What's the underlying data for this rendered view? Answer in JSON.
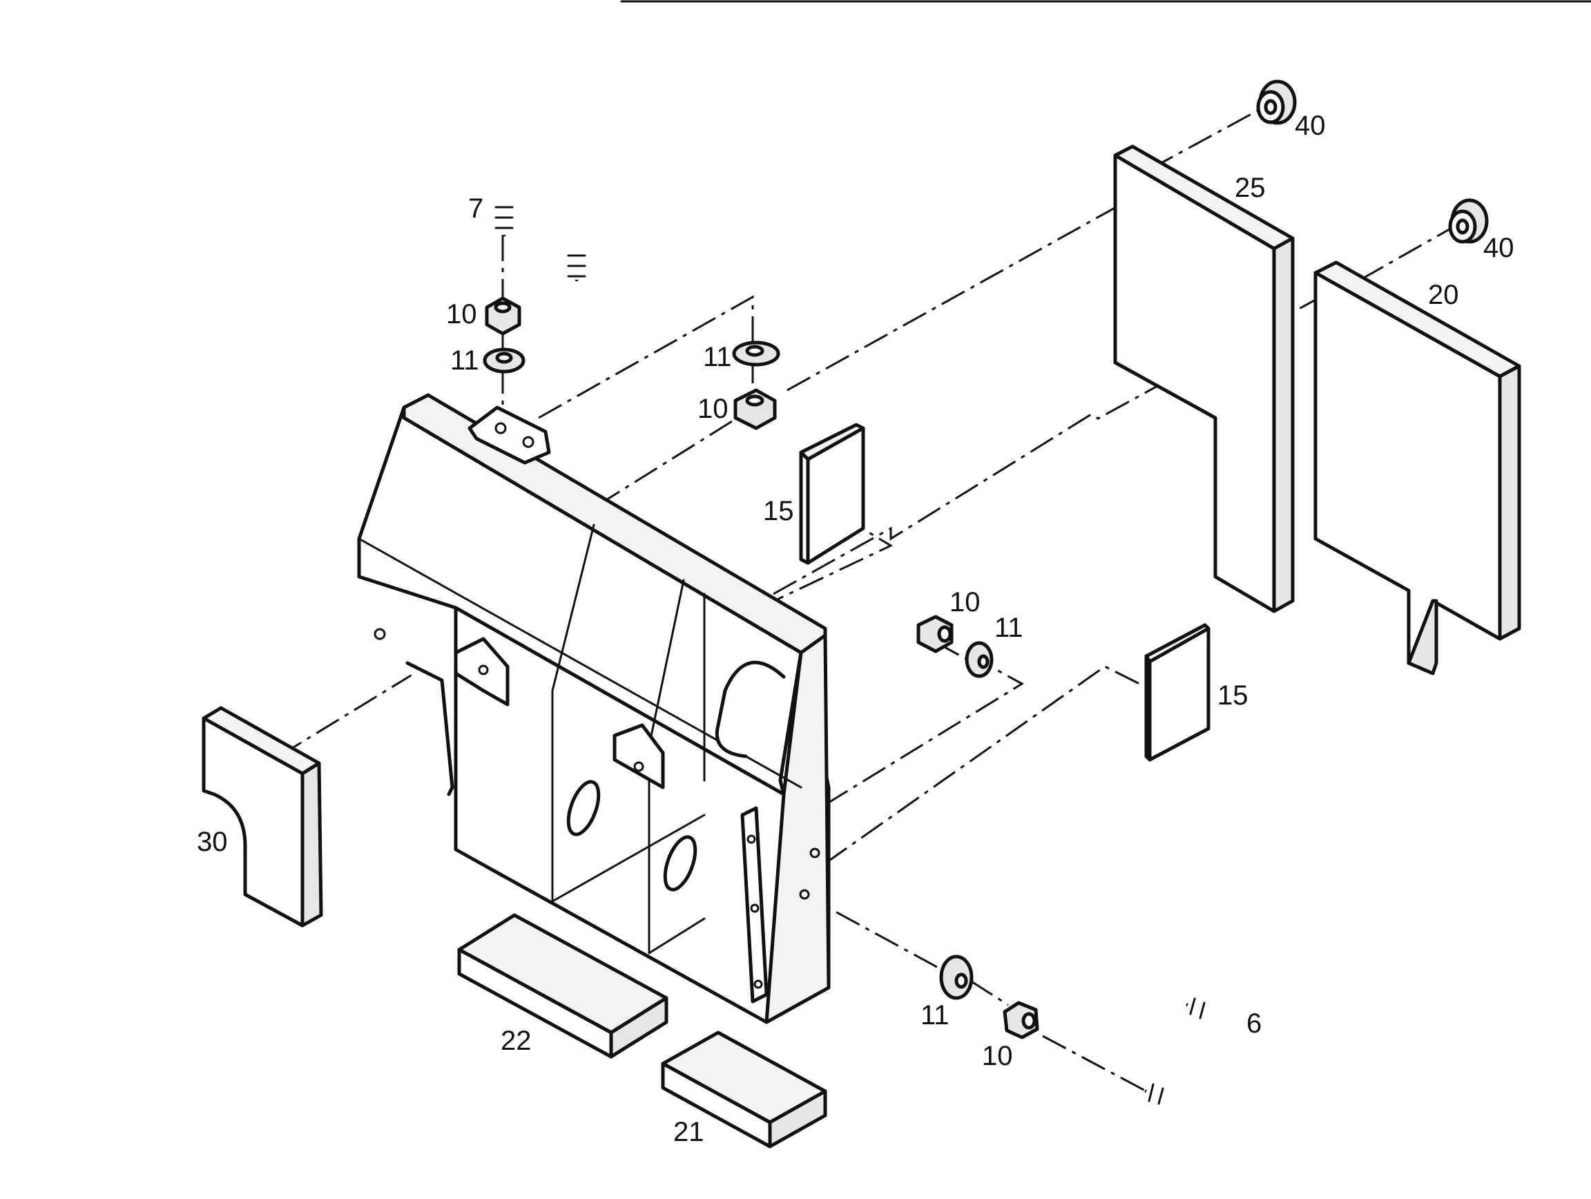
{
  "diagram": {
    "parts": [
      {
        "id": "u-bolt-top",
        "label": "7"
      },
      {
        "id": "nut-top-left",
        "label": "10"
      },
      {
        "id": "washer-top-left",
        "label": "11"
      },
      {
        "id": "washer-top-mid",
        "label": "11"
      },
      {
        "id": "nut-top-mid",
        "label": "10"
      },
      {
        "id": "pad-side-upper",
        "label": "15"
      },
      {
        "id": "pad-side-lower",
        "label": "15"
      },
      {
        "id": "plate-rear",
        "label": "25"
      },
      {
        "id": "plate-rear-large",
        "label": "20"
      },
      {
        "id": "grommet-upper",
        "label": "40"
      },
      {
        "id": "grommet-lower",
        "label": "40"
      },
      {
        "id": "nut-mid-right",
        "label": "10"
      },
      {
        "id": "washer-mid-right",
        "label": "11"
      },
      {
        "id": "plate-left",
        "label": "30"
      },
      {
        "id": "block-bottom-left",
        "label": "22"
      },
      {
        "id": "block-bottom-right",
        "label": "21"
      },
      {
        "id": "washer-bottom",
        "label": "11"
      },
      {
        "id": "nut-bottom",
        "label": "10"
      },
      {
        "id": "u-bolt-bottom",
        "label": "6"
      }
    ]
  }
}
